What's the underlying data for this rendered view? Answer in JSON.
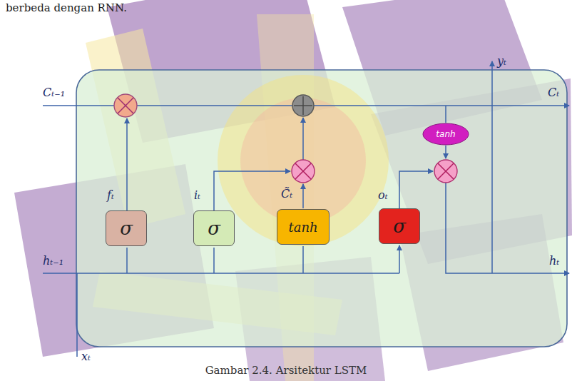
{
  "diagram": {
    "caption": "Gambar 2.4. Arsitektur LSTM",
    "nodes": [
      {
        "text": [
          "σ"
        ]
      },
      {
        "text": [
          "σ"
        ]
      },
      {
        "text": [
          "tanh"
        ]
      },
      {
        "text": [
          "σ"
        ]
      },
      {
        "text": [
          "tanh"
        ]
      }
    ],
    "labels": [
      "berbeda dengan RNN.",
      "Cₜ₋₁",
      "Cₜ",
      "fₜ",
      "iₜ",
      "C̃ₜ",
      "oₜ",
      "yₜ",
      "hₜ₋₁",
      "hₜ",
      "xₜ"
    ]
  }
}
